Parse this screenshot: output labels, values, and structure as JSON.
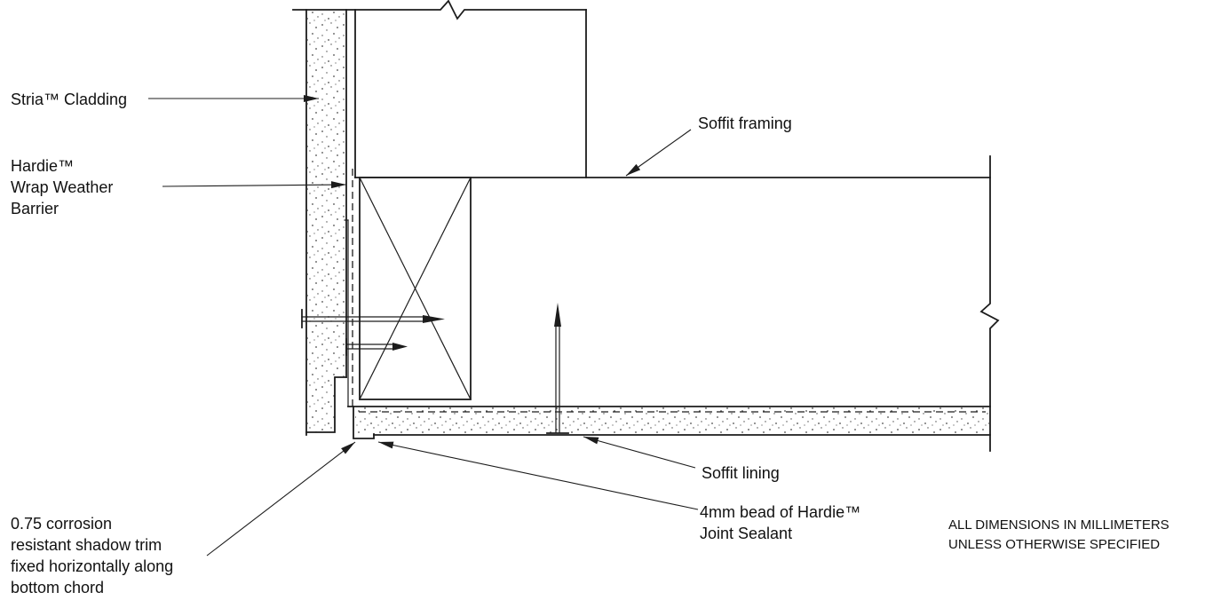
{
  "drawing": {
    "background": "#ffffff",
    "line_color": "#1c1c1c"
  },
  "labels": {
    "stria_cladding": "Stria™ Cladding",
    "weather_barrier_lines": [
      "Hardie™",
      "Wrap Weather",
      "Barrier"
    ],
    "soffit_framing": "Soffit framing",
    "soffit_lining": "Soffit lining",
    "joint_sealant_lines": [
      "4mm bead of Hardie™",
      "Joint Sealant"
    ],
    "shadow_trim_lines": [
      "0.75 corrosion",
      "resistant shadow trim",
      "fixed horizontally along",
      "bottom chord"
    ],
    "dimensions_note_lines": [
      "ALL DIMENSIONS IN MILLIMETERS",
      "UNLESS OTHERWISE SPECIFIED"
    ]
  }
}
